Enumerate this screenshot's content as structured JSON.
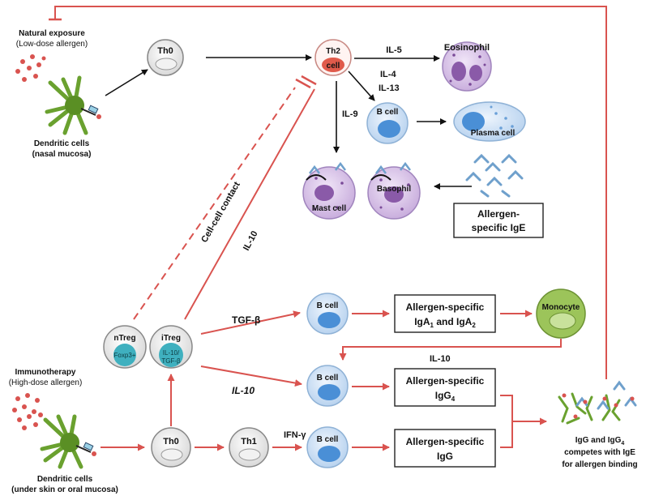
{
  "top": {
    "natural_exposure": {
      "line1": "Natural exposure",
      "line2": "(Low-dose allergen)"
    },
    "dc_nasal": {
      "line1": "Dendritic cells",
      "line2": "(nasal mucosa)"
    },
    "th0": "Th0",
    "th2": {
      "line1": "Th2",
      "line2": "cell"
    },
    "il5": "IL-5",
    "eosinophil": "Eosinophil",
    "il4": "IL-4",
    "il13": "IL-13",
    "il9": "IL-9",
    "b_cell": "B cell",
    "plasma_cell": "Plasma cell",
    "mast_cell": "Mast cell",
    "basophil": "Basophil",
    "ige_box": {
      "line1": "Allergen-",
      "line2": "specific IgE"
    }
  },
  "middle": {
    "cell_cell_contact": "Cell-cell contact",
    "il10_diag": "IL-10",
    "ntreg": "nTreg",
    "foxp3": "Foxp3+",
    "itreg": "iTreg",
    "itreg_sub1": "IL-10/",
    "itreg_sub2": "TGF-β",
    "tgfb": "TGF-β",
    "b_cell_1": "B cell",
    "iga_box": {
      "line1": "Allergen-specific",
      "line2": "IgA",
      "sub1": "1",
      "mid": " and IgA",
      "sub2": "2"
    },
    "monocyte": "Monocyte",
    "il10_mono": "IL-10",
    "il10_italic": "IL-10",
    "b_cell_2": "B cell",
    "igg4_box": {
      "line1": "Allergen-specific",
      "line2": "IgG",
      "sub": "4"
    }
  },
  "bottom": {
    "immunotherapy": {
      "line1": "Immunotherapy",
      "line2": "(High-dose allergen)"
    },
    "dc_skin": {
      "line1": "Dendritic cells",
      "line2": "(under skin or oral mucosa)"
    },
    "th0": "Th0",
    "th1": "Th1",
    "ifng": "IFN-γ",
    "b_cell_3": "B cell",
    "igg_box": {
      "line1": "Allergen-specific",
      "line2": "IgG"
    },
    "compete": {
      "line1a": "IgG and IgG",
      "line1sub": "4",
      "line2": "competes with IgE",
      "line3": "for allergen binding"
    }
  },
  "colors": {
    "red_arrow": "#d9534f",
    "th2": "#e05a4a",
    "cell_blue": "#cfe2f7",
    "nucleus_blue": "#4a8fd6",
    "purple": "#d9c3ea",
    "monocyte": "#8bb84a"
  }
}
